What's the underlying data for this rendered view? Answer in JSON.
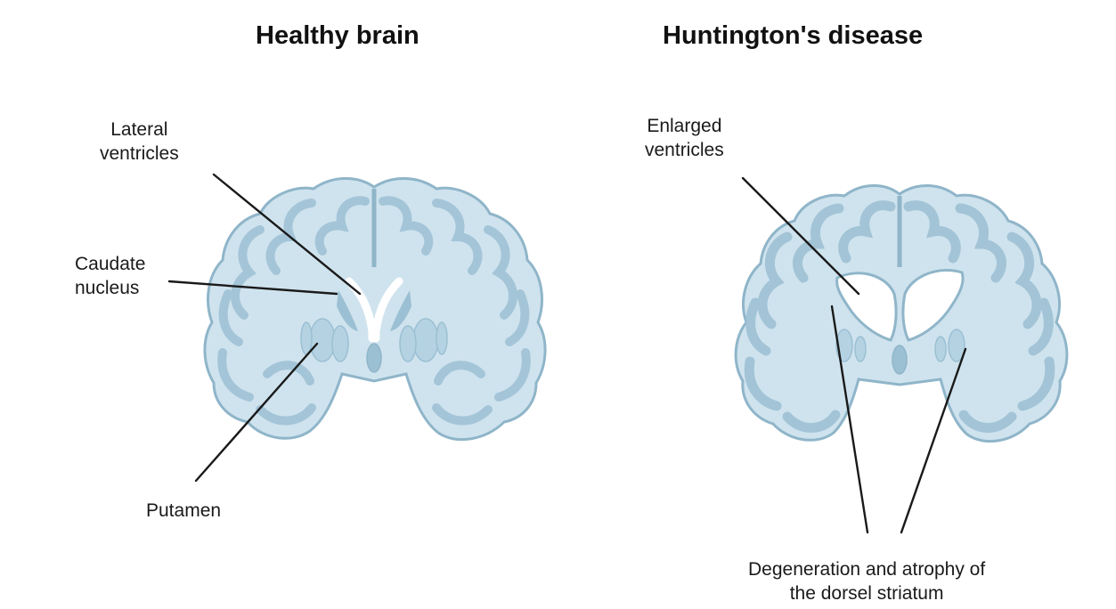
{
  "panels": [
    {
      "title": "Healthy brain",
      "labels": {
        "lateral_ventricles": [
          "Lateral",
          "ventricles"
        ],
        "caudate_nucleus": [
          "Caudate",
          "nucleus"
        ],
        "putamen": [
          "Putamen"
        ]
      }
    },
    {
      "title": "Huntington's disease",
      "labels": {
        "enlarged_ventricles": [
          "Enlarged",
          "ventricles"
        ],
        "degeneration": [
          "Degeneration and atrophy of",
          "the dorsel striatum"
        ]
      }
    }
  ],
  "colors": {
    "tissue_fill": "#cfe3ee",
    "tissue_outline": "#8fb5c9",
    "gray_matter": "#a9cadb",
    "ventricle": "#ffffff",
    "leader_line": "#1a1a1a"
  }
}
